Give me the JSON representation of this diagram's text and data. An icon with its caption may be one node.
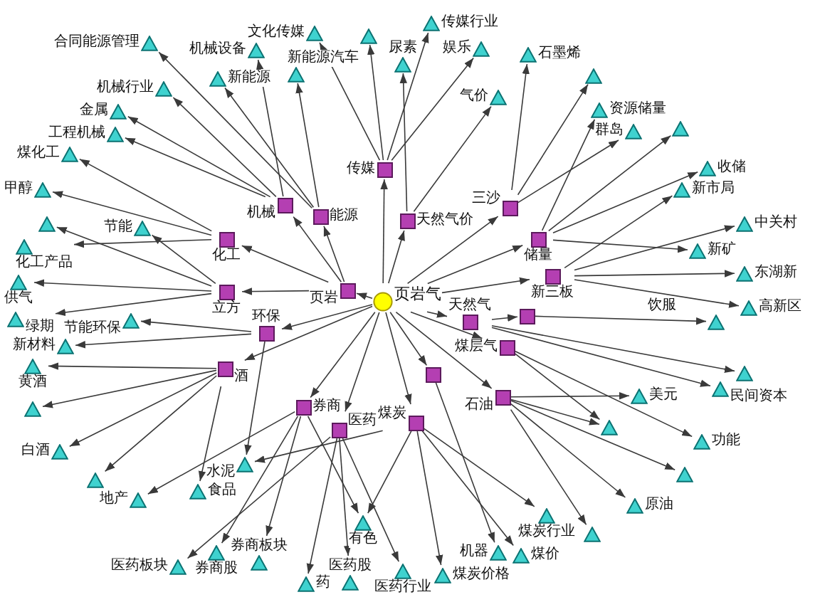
{
  "diagram": {
    "nodes": [
      {
        "text": [
          "页岩气"
        ]
      },
      {
        "text": [
          "传媒"
        ]
      },
      {
        "text": [
          "机械"
        ]
      },
      {
        "text": [
          "三沙"
        ]
      },
      {
        "text": [
          "能源"
        ]
      },
      {
        "text": [
          "天然气价"
        ]
      },
      {
        "text": [
          "储量"
        ]
      },
      {
        "text": [
          "化工"
        ]
      },
      {
        "text": [
          "新三板"
        ]
      },
      {
        "text": [
          "页岩"
        ]
      },
      {
        "text": [
          "立方"
        ]
      },
      {
        "text": [
          "天然气"
        ]
      },
      {
        "text": [],
        "shape": "box"
      },
      {
        "text": [
          "环保"
        ]
      },
      {
        "text": [
          "煤层气"
        ]
      },
      {
        "text": [
          "酒"
        ]
      },
      {
        "text": [],
        "shape": "box"
      },
      {
        "text": [
          "石油"
        ]
      },
      {
        "text": [
          "券商"
        ]
      },
      {
        "text": [
          "煤炭"
        ]
      },
      {
        "text": [
          "医药"
        ]
      },
      {
        "text": [
          "传媒行业"
        ]
      },
      {
        "text": [
          "文化传媒"
        ]
      },
      {
        "text": [],
        "shape": "triangle"
      },
      {
        "text": [
          "娱乐"
        ]
      },
      {
        "text": [
          "机械设备"
        ]
      },
      {
        "text": [
          "石墨烯"
        ]
      },
      {
        "text": [
          "尿素"
        ]
      },
      {
        "text": [
          "机械行业"
        ]
      },
      {
        "text": [
          "新能源汽车"
        ]
      },
      {
        "text": [
          "新能源"
        ]
      },
      {
        "text": [],
        "shape": "triangle"
      },
      {
        "text": [
          "气价"
        ]
      },
      {
        "text": [
          "资源储量"
        ]
      },
      {
        "text": [
          "金属"
        ]
      },
      {
        "text": [
          "合同能源管理"
        ]
      },
      {
        "text": [],
        "shape": "triangle"
      },
      {
        "text": [
          "群岛"
        ]
      },
      {
        "text": [
          "工程机械"
        ]
      },
      {
        "text": [
          "煤化工"
        ]
      },
      {
        "text": [
          "收储"
        ]
      },
      {
        "text": [
          "甲醇"
        ]
      },
      {
        "text": [
          "新市局"
        ]
      },
      {
        "text": [],
        "shape": "triangle"
      },
      {
        "text": [
          "新矿"
        ]
      },
      {
        "text": [
          "中关村"
        ]
      },
      {
        "text": [
          "节能"
        ]
      },
      {
        "text": [
          "化工产品"
        ]
      },
      {
        "text": [
          "东湖新"
        ]
      },
      {
        "text": [
          "供气"
        ]
      },
      {
        "text": [
          "高新区"
        ]
      },
      {
        "text": [],
        "shape": "triangle"
      },
      {
        "text": [
          "绿期"
        ]
      },
      {
        "text": [
          "新材料"
        ]
      },
      {
        "text": [
          "黄酒"
        ]
      },
      {
        "text": [],
        "shape": "triangle"
      },
      {
        "text": [
          "民间资本"
        ]
      },
      {
        "text": [
          "美元"
        ]
      },
      {
        "text": [],
        "shape": "triangle"
      },
      {
        "text": [
          "节能环保"
        ]
      },
      {
        "text": [],
        "shape": "triangle"
      },
      {
        "text": [
          "功能"
        ]
      },
      {
        "text": [
          "白酒"
        ]
      },
      {
        "text": [],
        "shape": "triangle"
      },
      {
        "text": [
          "食品"
        ]
      },
      {
        "text": [],
        "shape": "triangle"
      },
      {
        "text": [
          "水泥"
        ]
      },
      {
        "text": [
          "地产"
        ]
      },
      {
        "text": [
          "原油"
        ]
      },
      {
        "text": [
          "煤炭行业"
        ]
      },
      {
        "text": [
          "有色"
        ]
      },
      {
        "text": [],
        "shape": "triangle"
      },
      {
        "text": [
          "券商股"
        ]
      },
      {
        "text": [
          "机器"
        ]
      },
      {
        "text": [
          "煤价"
        ]
      },
      {
        "text": [
          "医药板块"
        ]
      },
      {
        "text": [
          "券商板块"
        ]
      },
      {
        "text": [
          "医药行业"
        ]
      },
      {
        "text": [
          "煤炭价格"
        ]
      },
      {
        "text": [
          "药"
        ]
      },
      {
        "text": [
          "医药股"
        ]
      },
      {
        "text": [
          "饮服"
        ]
      }
    ],
    "edges": [
      {
        "from": 0,
        "to": 9,
        "arrow": "to"
      },
      {
        "from": 0,
        "to": 1,
        "arrow": "to"
      },
      {
        "from": 0,
        "to": 5,
        "arrow": "to"
      },
      {
        "from": 9,
        "to": 2,
        "arrow": "to"
      },
      {
        "from": 9,
        "to": 4,
        "arrow": "to"
      },
      {
        "from": 0,
        "to": 3,
        "arrow": "to"
      },
      {
        "from": 0,
        "to": 6,
        "arrow": "to"
      },
      {
        "from": 0,
        "to": 8,
        "arrow": "to"
      },
      {
        "from": 0,
        "to": 11,
        "arrow": "to"
      },
      {
        "from": 0,
        "to": 14,
        "arrow": "to"
      },
      {
        "from": 0,
        "to": 16,
        "arrow": "to"
      },
      {
        "from": 0,
        "to": 17,
        "arrow": "to"
      },
      {
        "from": 0,
        "to": 19,
        "arrow": "to"
      },
      {
        "from": 0,
        "to": 20,
        "arrow": "to"
      },
      {
        "from": 0,
        "to": 18,
        "arrow": "to"
      },
      {
        "from": 0,
        "to": 15,
        "arrow": "to"
      },
      {
        "from": 0,
        "to": 13,
        "arrow": "to"
      },
      {
        "from": 9,
        "to": 10,
        "arrow": "to"
      },
      {
        "from": 9,
        "to": 7,
        "arrow": "to"
      },
      {
        "from": 11,
        "to": 12,
        "arrow": "to"
      },
      {
        "from": 1,
        "to": 22,
        "arrow": "to"
      },
      {
        "from": 1,
        "to": 23,
        "arrow": "to"
      },
      {
        "from": 1,
        "to": 21,
        "arrow": "to"
      },
      {
        "from": 1,
        "to": 24,
        "arrow": "to"
      },
      {
        "from": 5,
        "to": 27,
        "arrow": "to"
      },
      {
        "from": 5,
        "to": 32,
        "arrow": "to"
      },
      {
        "from": 3,
        "to": 26,
        "arrow": "to"
      },
      {
        "from": 3,
        "to": 31,
        "arrow": "to"
      },
      {
        "from": 3,
        "to": 37,
        "arrow": "to"
      },
      {
        "from": 6,
        "to": 33,
        "arrow": "to"
      },
      {
        "from": 6,
        "to": 36,
        "arrow": "to"
      },
      {
        "from": 6,
        "to": 40,
        "arrow": "to"
      },
      {
        "from": 6,
        "to": 44,
        "arrow": "to"
      },
      {
        "from": 8,
        "to": 42,
        "arrow": "to"
      },
      {
        "from": 8,
        "to": 45,
        "arrow": "to"
      },
      {
        "from": 8,
        "to": 48,
        "arrow": "to"
      },
      {
        "from": 8,
        "to": 50,
        "arrow": "to"
      },
      {
        "from": 12,
        "to": 51,
        "arrow": "to"
      },
      {
        "from": 11,
        "to": 55,
        "arrow": "to"
      },
      {
        "from": 11,
        "to": 56,
        "arrow": "to"
      },
      {
        "from": 17,
        "to": 57,
        "arrow": "to"
      },
      {
        "from": 17,
        "to": 60,
        "arrow": "to"
      },
      {
        "from": 17,
        "to": 63,
        "arrow": "to"
      },
      {
        "from": 17,
        "to": 68,
        "arrow": "to"
      },
      {
        "from": 17,
        "to": 71,
        "arrow": "to"
      },
      {
        "from": 14,
        "to": 60,
        "arrow": "to"
      },
      {
        "from": 14,
        "to": 61,
        "arrow": "to"
      },
      {
        "from": 16,
        "to": 73,
        "arrow": "to"
      },
      {
        "from": 19,
        "to": 74,
        "arrow": "to"
      },
      {
        "from": 19,
        "to": 69,
        "arrow": "to"
      },
      {
        "from": 19,
        "to": 70,
        "arrow": "to"
      },
      {
        "from": 19,
        "to": 78,
        "arrow": "to"
      },
      {
        "from": 19,
        "to": 66,
        "arrow": "to"
      },
      {
        "from": 20,
        "to": 75,
        "arrow": "to"
      },
      {
        "from": 20,
        "to": 79,
        "arrow": "to"
      },
      {
        "from": 20,
        "to": 80,
        "arrow": "to"
      },
      {
        "from": 20,
        "to": 77,
        "arrow": "to"
      },
      {
        "from": 18,
        "to": 72,
        "arrow": "to"
      },
      {
        "from": 18,
        "to": 76,
        "arrow": "to"
      },
      {
        "from": 18,
        "to": 70,
        "arrow": "to"
      },
      {
        "from": 18,
        "to": 67,
        "arrow": "to"
      },
      {
        "from": 15,
        "to": 54,
        "arrow": "to"
      },
      {
        "from": 15,
        "to": 58,
        "arrow": "to"
      },
      {
        "from": 15,
        "to": 62,
        "arrow": "to"
      },
      {
        "from": 15,
        "to": 65,
        "arrow": "to"
      },
      {
        "from": 15,
        "to": 64,
        "arrow": "to"
      },
      {
        "from": 13,
        "to": 53,
        "arrow": "to"
      },
      {
        "from": 13,
        "to": 59,
        "arrow": "to"
      },
      {
        "from": 13,
        "to": 66,
        "arrow": "to"
      },
      {
        "from": 10,
        "to": 52,
        "arrow": "to"
      },
      {
        "from": 10,
        "to": 49,
        "arrow": "to"
      },
      {
        "from": 10,
        "to": 43,
        "arrow": "to"
      },
      {
        "from": 10,
        "to": 46,
        "arrow": "to"
      },
      {
        "from": 7,
        "to": 39,
        "arrow": "to"
      },
      {
        "from": 7,
        "to": 41,
        "arrow": "to"
      },
      {
        "from": 7,
        "to": 47,
        "arrow": "to"
      },
      {
        "from": 2,
        "to": 28,
        "arrow": "to"
      },
      {
        "from": 2,
        "to": 25,
        "arrow": "to"
      },
      {
        "from": 2,
        "to": 38,
        "arrow": "to"
      },
      {
        "from": 2,
        "to": 34,
        "arrow": "to"
      },
      {
        "from": 4,
        "to": 30,
        "arrow": "to"
      },
      {
        "from": 4,
        "to": 29,
        "arrow": "to"
      },
      {
        "from": 4,
        "to": 35,
        "arrow": "to"
      }
    ]
  }
}
